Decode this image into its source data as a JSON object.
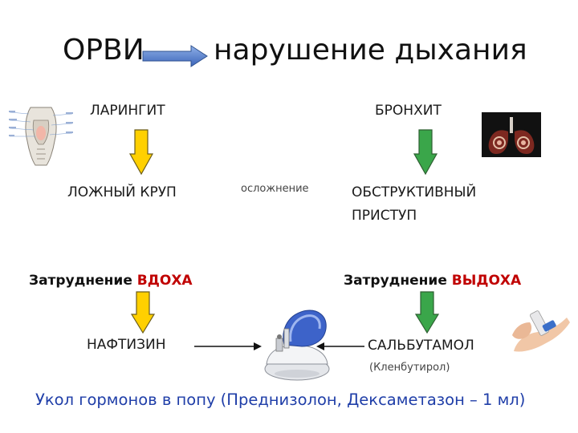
{
  "title": {
    "left": "ОРВИ",
    "right": "нарушение дыхания"
  },
  "left_column": {
    "disease": "ЛАРИНГИТ",
    "complication": "ЛОЖНЫЙ КРУП",
    "symptom_prefix": "Затруднение ",
    "symptom_highlight": "ВДОХА",
    "treatment": "НАФТИЗИН"
  },
  "center": {
    "complication_label": "осложнение"
  },
  "right_column": {
    "disease": "БРОНХИТ",
    "complication_line1": "ОБСТРУКТИВНЫЙ",
    "complication_line2": "ПРИСТУП",
    "symptom_prefix": "Затруднение ",
    "symptom_highlight": "ВЫДОХА",
    "treatment": "САЛЬБУТАМОЛ",
    "treatment_alt": "(Кленбутирол)"
  },
  "footer": "Укол гормонов в попу (Преднизолон, Дексаметазон – 1 мл)",
  "colors": {
    "title_arrow": "#4472c4",
    "left_arrows": "#ffd000",
    "right_arrows": "#3aa64a",
    "highlight": "#c00000",
    "footer": "#1f3ea8"
  }
}
